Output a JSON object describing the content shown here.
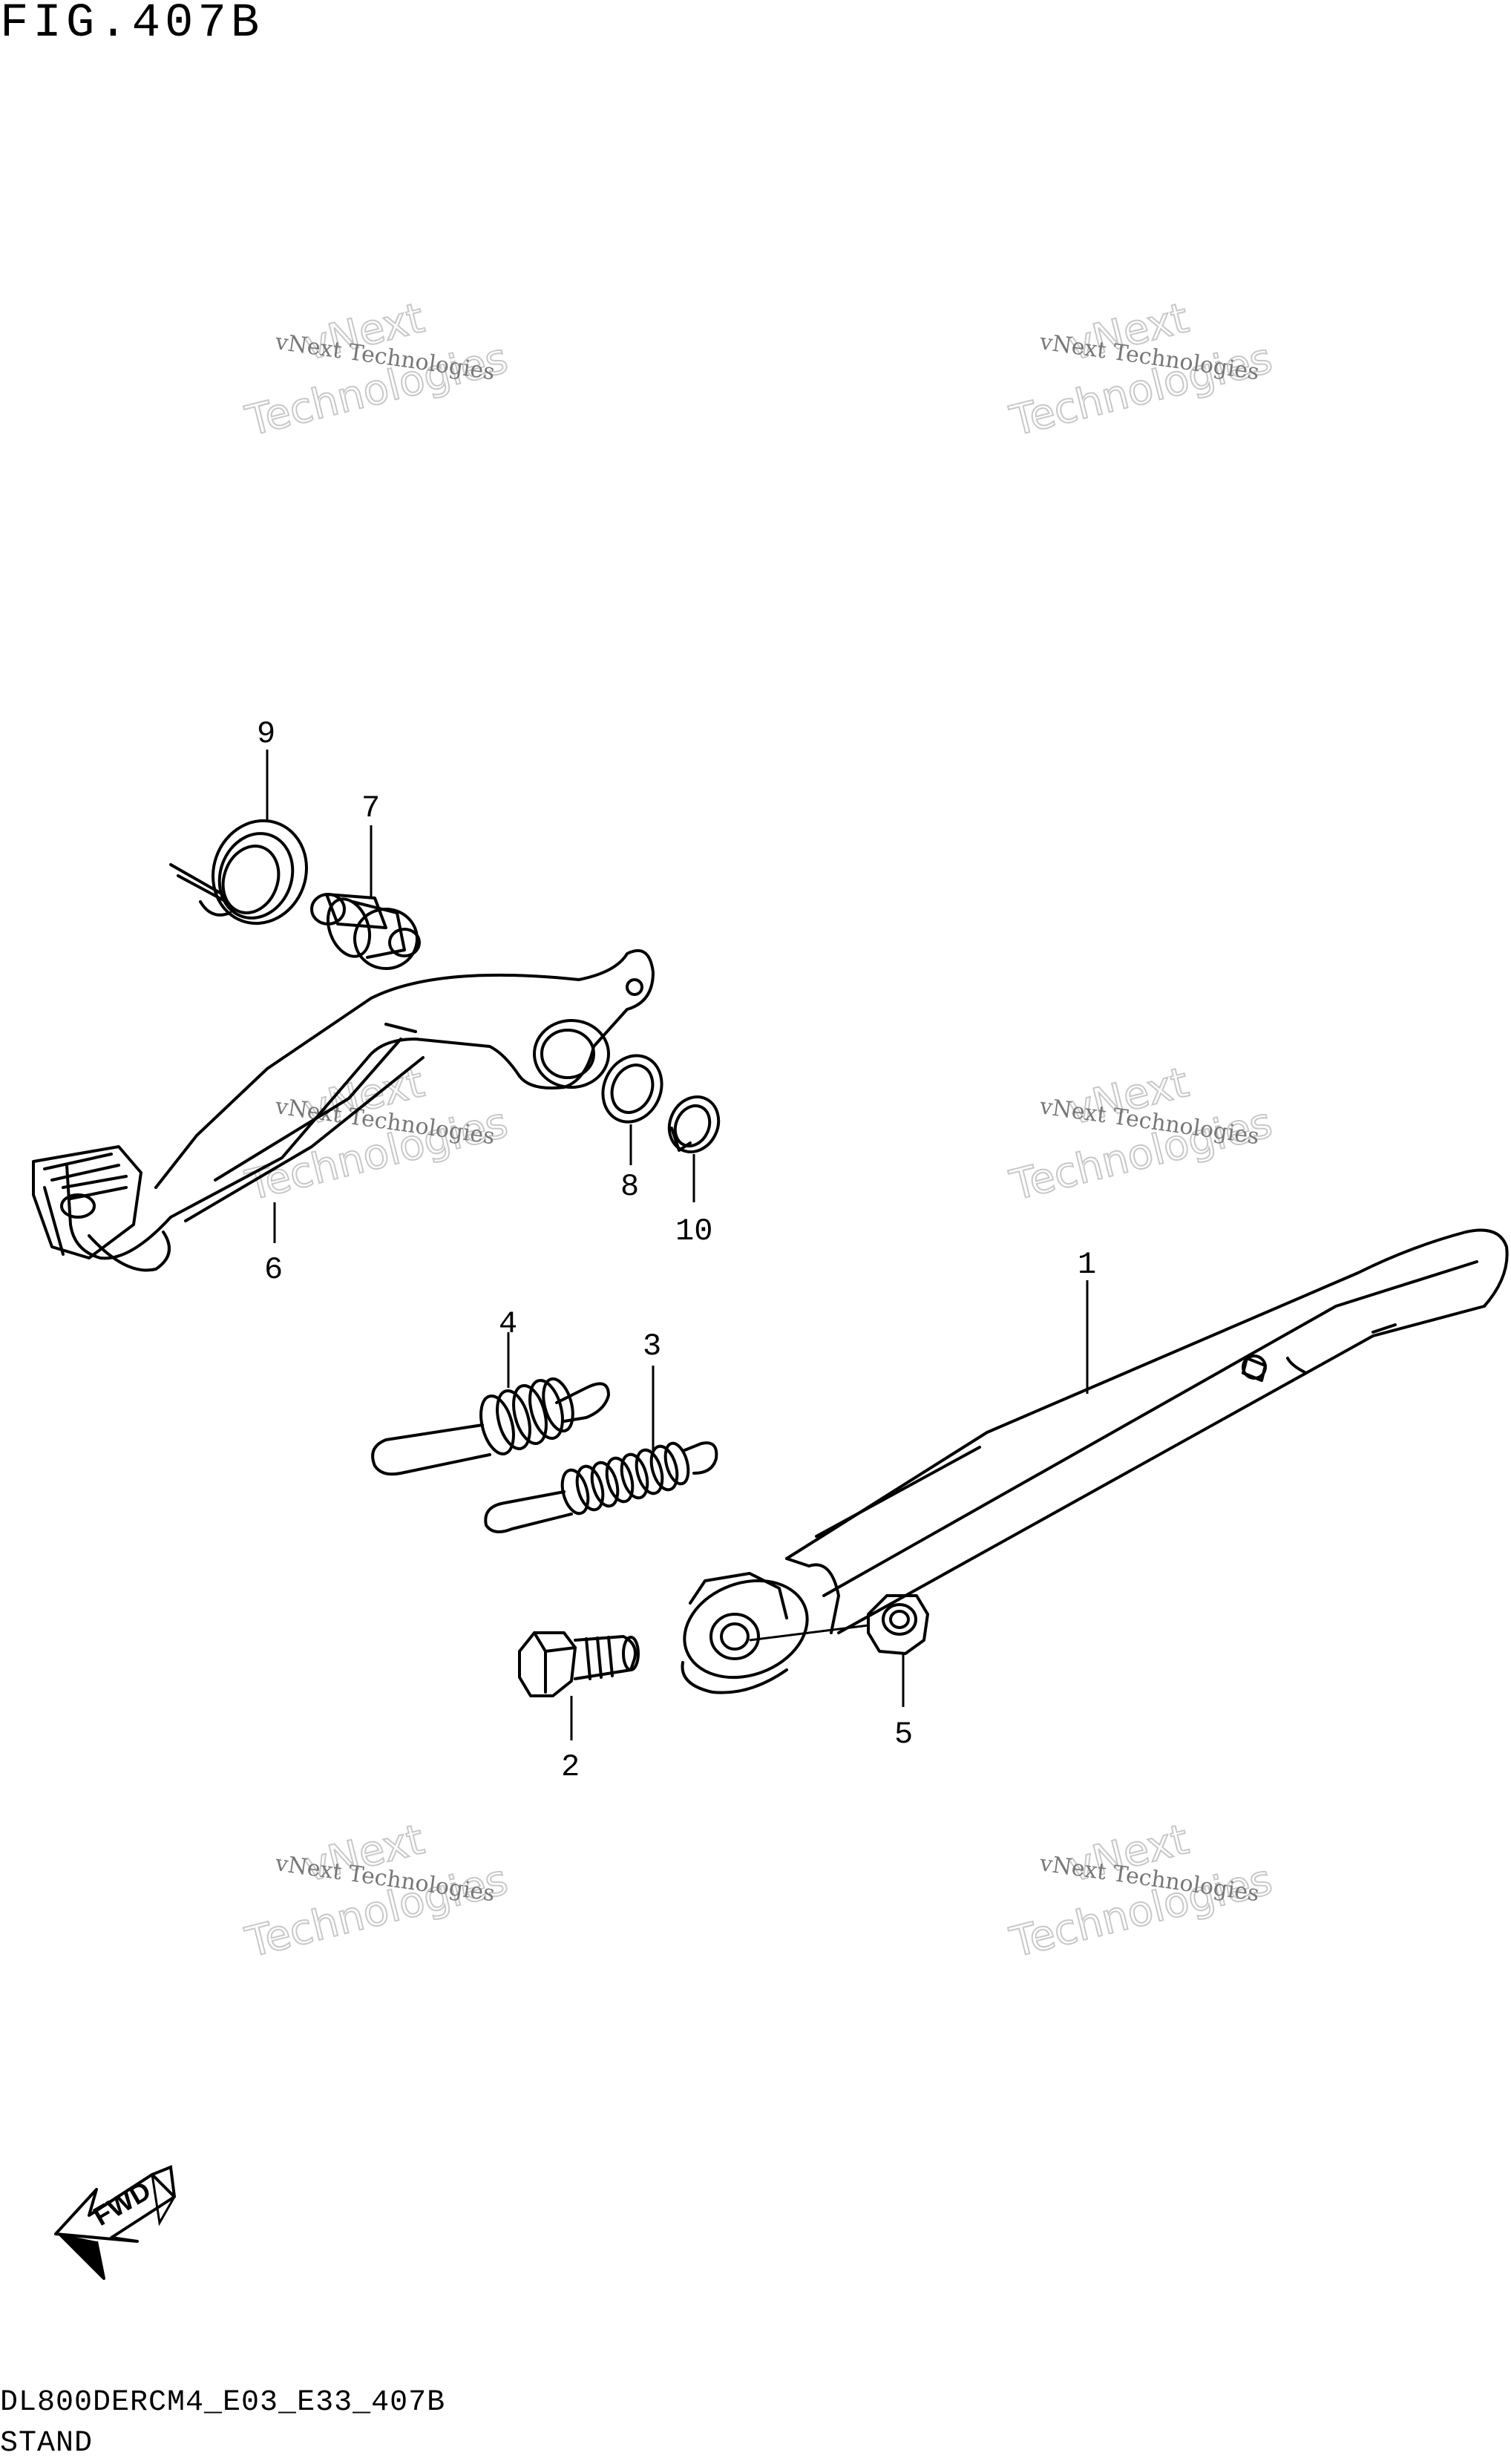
{
  "figure": {
    "title": "FIG.407B",
    "code": "DL800DERCM4_E03_E33_407B",
    "name": "STAND"
  },
  "callouts": {
    "p1": "1",
    "p2": "2",
    "p3": "3",
    "p4": "4",
    "p5": "5",
    "p6": "6",
    "p7": "7",
    "p8": "8",
    "p9": "9",
    "p10": "10"
  },
  "fwd_label": "FWD",
  "watermark": {
    "line1": "vNext Technologies",
    "line2a": "vNext",
    "line2b": "Technologies"
  }
}
